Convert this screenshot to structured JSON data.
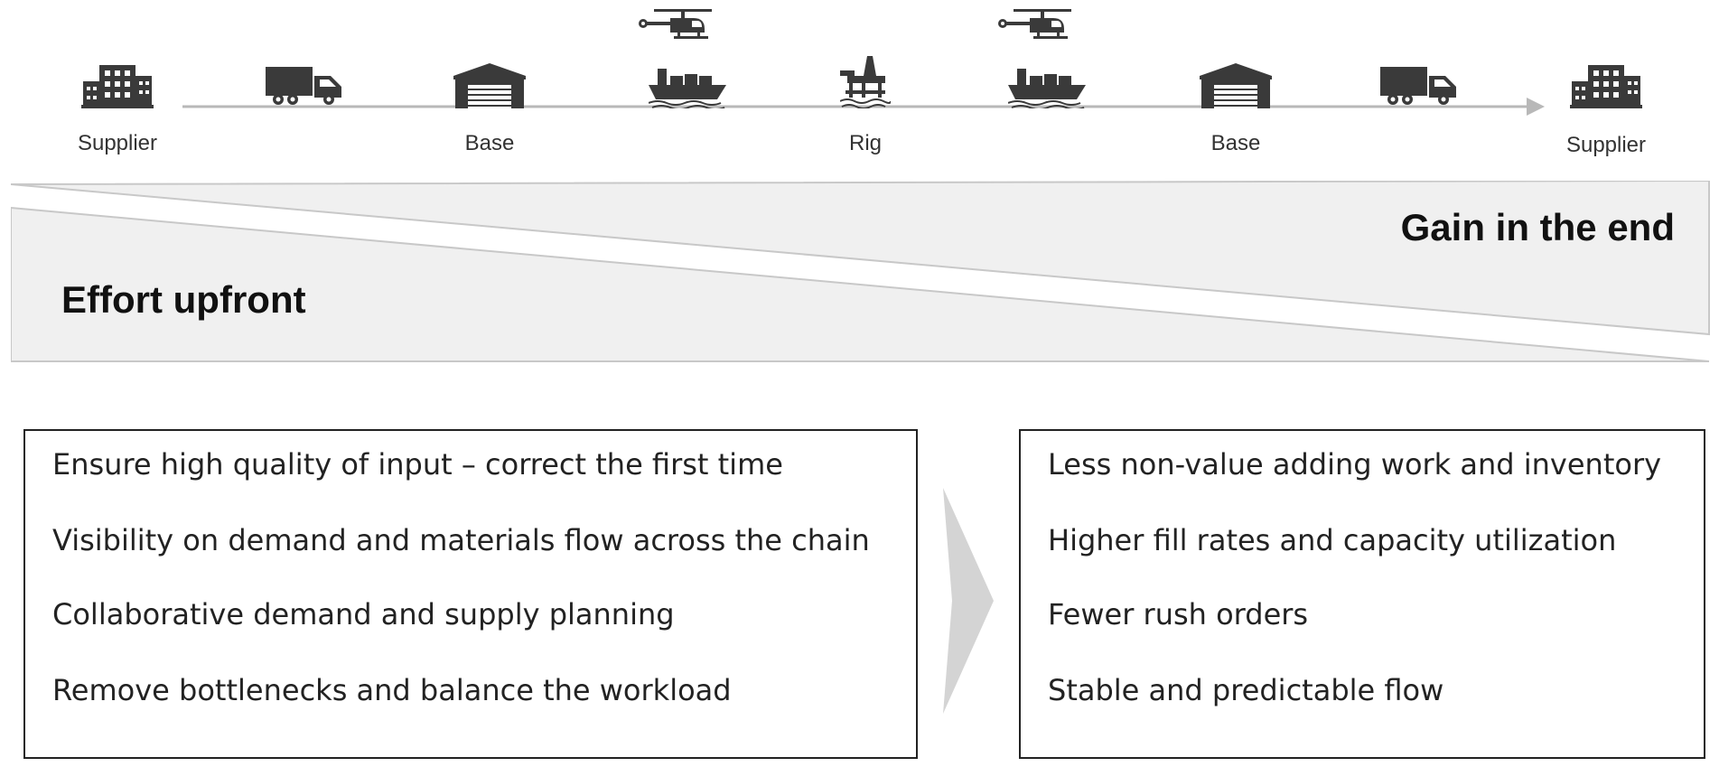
{
  "flow": {
    "nodes": [
      {
        "label": "Supplier"
      },
      {
        "label": "Base"
      },
      {
        "label": "Rig"
      },
      {
        "label": "Base"
      },
      {
        "label": "Supplier"
      }
    ],
    "icons": [
      "building-icon",
      "truck-icon",
      "warehouse-icon",
      "helicopter-icon",
      "ship-icon",
      "oil-rig-icon",
      "helicopter-icon",
      "ship-icon",
      "warehouse-icon",
      "truck-icon",
      "building-icon"
    ]
  },
  "wedge": {
    "effort_label": "Effort upfront",
    "gain_label": "Gain in the end"
  },
  "effort_box": {
    "items": [
      "Ensure high quality of input – correct the first time",
      "Visibility on demand and materials flow across the chain",
      "Collaborative demand and supply planning",
      "Remove bottlenecks and balance the workload"
    ]
  },
  "gain_box": {
    "items": [
      "Less non-value adding work and inventory",
      "Higher fill rates and capacity utilization",
      "Fewer rush orders",
      "Stable and predictable flow"
    ]
  },
  "colors": {
    "icon": "#3a3a3a",
    "wedge_fill": "#f0f0f0",
    "wedge_stroke": "#c8c8c8",
    "chevron": "#d4d4d4",
    "arrow": "#b8b8b8"
  }
}
